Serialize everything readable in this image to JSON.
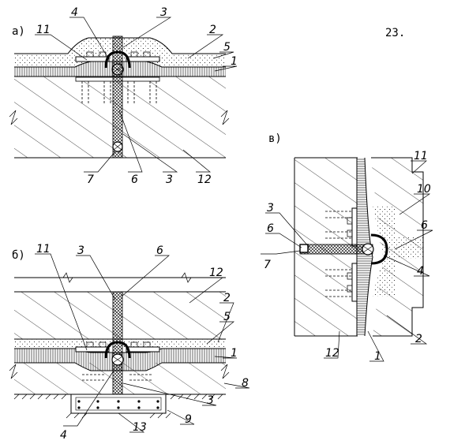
{
  "page_number": "23.",
  "views": {
    "a": {
      "letter": "а)",
      "callouts": [
        "11",
        "4",
        "3",
        "2",
        "5",
        "1",
        "7",
        "6",
        "3",
        "12"
      ]
    },
    "b": {
      "letter": "б)",
      "callouts": [
        "11",
        "3",
        "6",
        "12",
        "2",
        "5",
        "1",
        "8",
        "3",
        "9",
        "13",
        "4"
      ]
    },
    "v": {
      "letter": "в)",
      "callouts": [
        "11",
        "10",
        "6",
        "3",
        "6",
        "7",
        "4",
        "2",
        "12",
        "1"
      ]
    }
  }
}
